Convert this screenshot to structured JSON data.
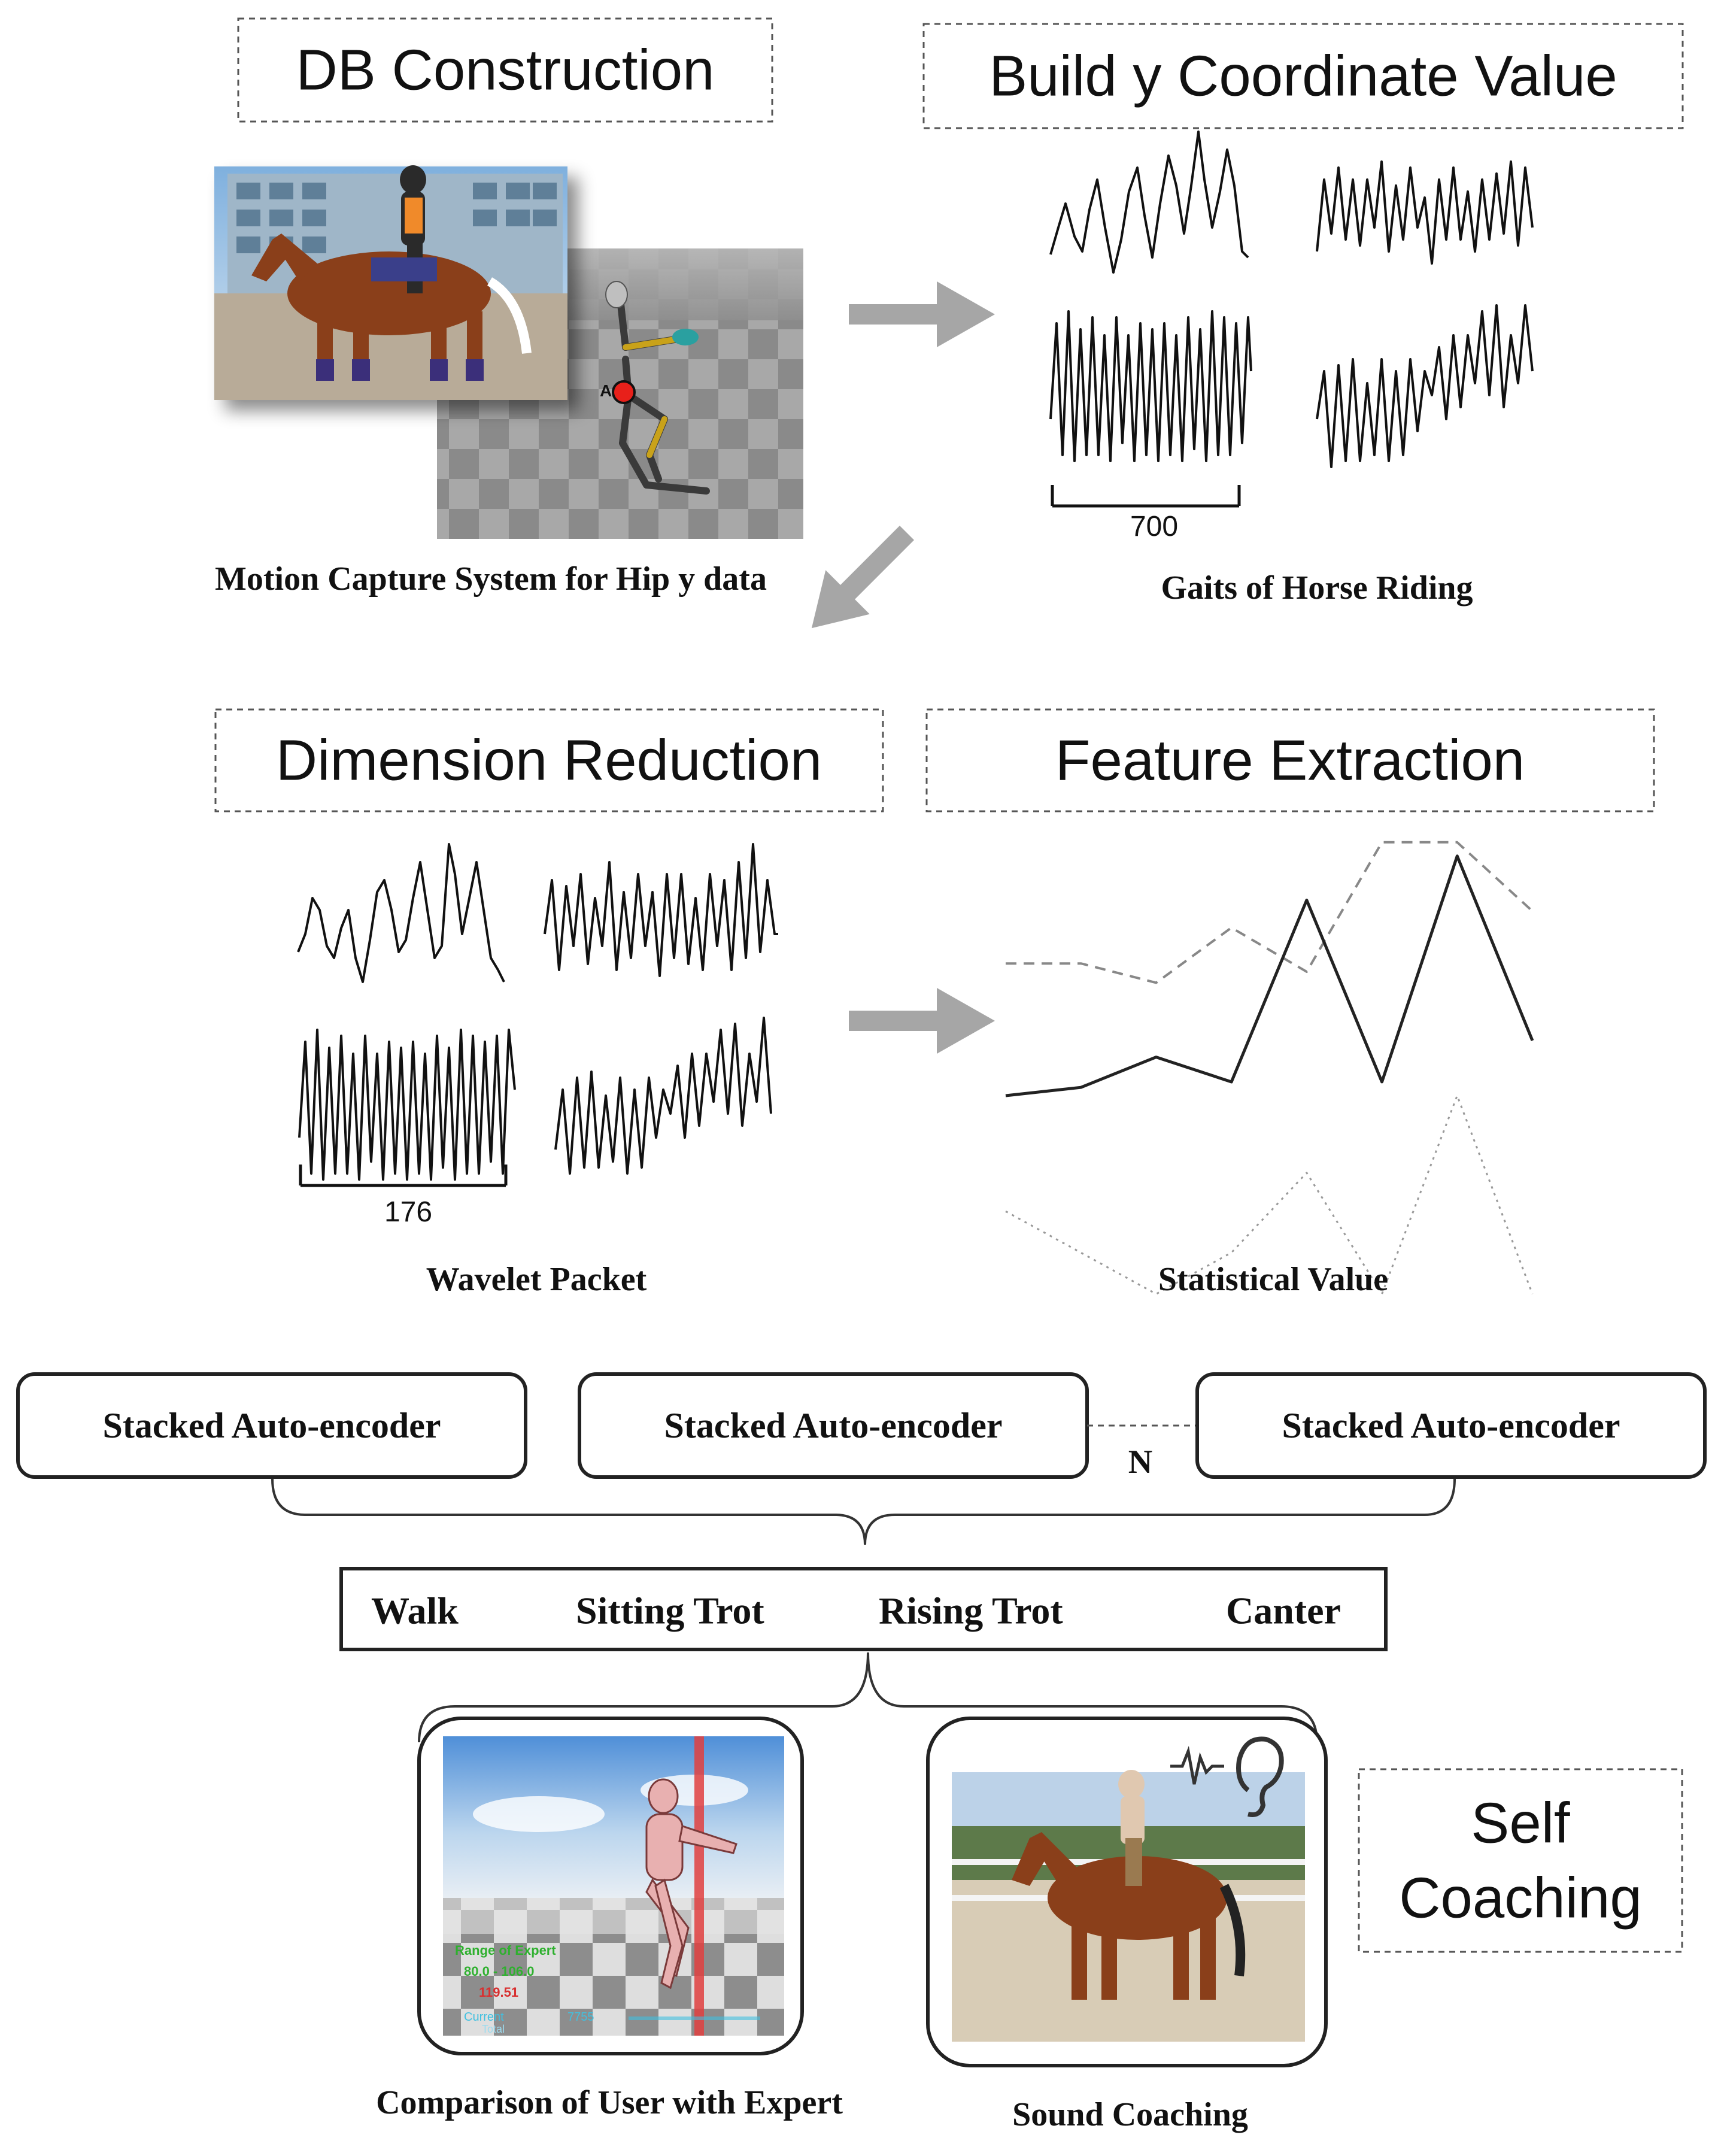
{
  "section_titles": {
    "db_construction": "DB Construction",
    "build_y": "Build y Coordinate Value",
    "dimension_reduction": "Dimension Reduction",
    "feature_extraction": "Feature Extraction",
    "self_coaching_line1": "Self",
    "self_coaching_line2": "Coaching"
  },
  "captions": {
    "motion_capture": "Motion Capture System for Hip y data",
    "gaits": "Gaits of Horse Riding",
    "wavelet": "Wavelet Packet",
    "statistical": "Statistical Value",
    "comparison": "Comparison of User with Expert",
    "sound": "Sound Coaching"
  },
  "scale_labels": {
    "gait_window": "700",
    "wavelet_window": "176"
  },
  "marker_label": "A",
  "autoencoders": {
    "label": "Stacked Auto-encoder",
    "count_label": "N"
  },
  "gait_classes": [
    "Walk",
    "Sitting Trot",
    "Rising Trot",
    "Canter"
  ],
  "comparison_panel": {
    "range_title": "Range of Expert",
    "range_value": "80.0 - 106.0",
    "user_value": "119.51",
    "current_label": "Current",
    "total_label": "Total",
    "current_value": "7755"
  },
  "chart_data": {
    "type": "line",
    "title": "",
    "x": [
      1,
      2,
      3,
      4,
      5,
      6,
      7,
      8
    ],
    "series": [
      {
        "style": "dashed",
        "values": [
          0.48,
          0.48,
          0.41,
          0.61,
          0.45,
          0.92,
          0.92,
          0.67
        ]
      },
      {
        "style": "solid",
        "values": [
          0.0,
          0.03,
          0.14,
          0.05,
          0.71,
          0.05,
          0.87,
          0.2
        ]
      },
      {
        "style": "dotted",
        "values": [
          -0.42,
          -0.57,
          -0.72,
          -0.57,
          -0.28,
          -0.72,
          0.0,
          -0.72
        ]
      }
    ]
  },
  "colors": {
    "arrow": "#a6a6a6",
    "border": "#222222",
    "dashed_border": "#555555",
    "marker": "#e8201a",
    "expert_green": "#2fb02f",
    "user_red": "#d83030",
    "current_cyan": "#40c0e0"
  }
}
